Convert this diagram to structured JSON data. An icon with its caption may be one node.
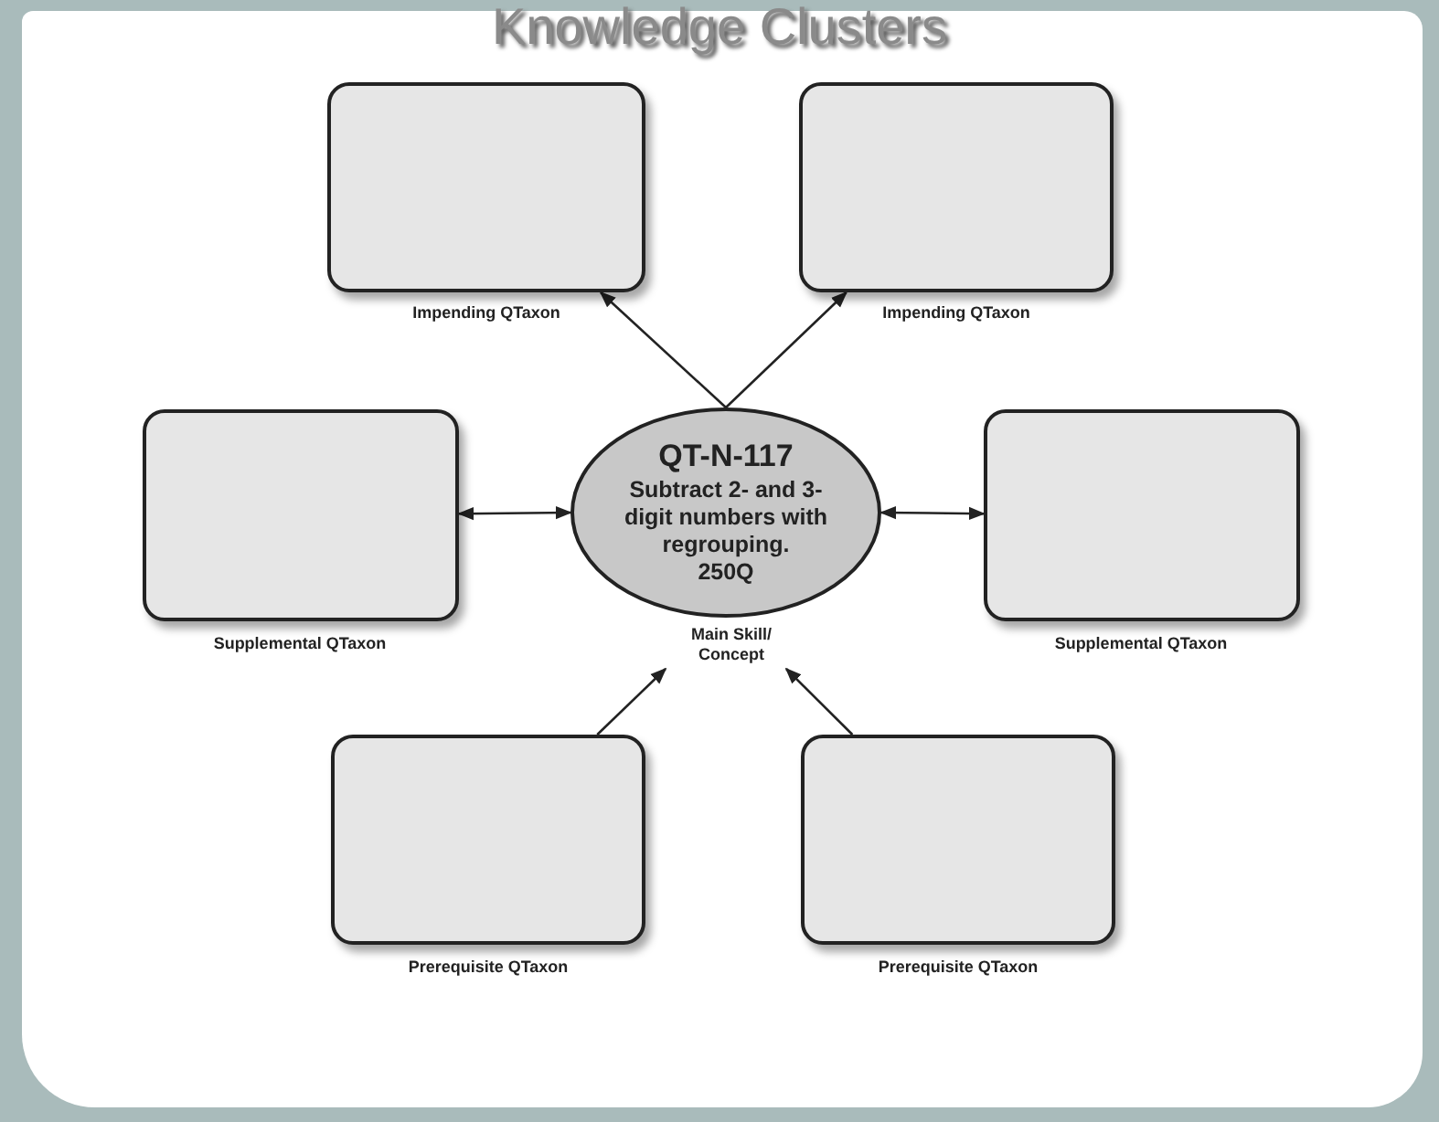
{
  "diagram": {
    "title": "Knowledge Clusters",
    "nodes": [
      {
        "text": [],
        "shape": "box",
        "beside": [
          "Impending QTaxon"
        ]
      },
      {
        "text": [],
        "shape": "box",
        "beside": [
          "Impending QTaxon"
        ]
      },
      {
        "text": [],
        "shape": "box",
        "beside": [
          "Supplemental QTaxon"
        ]
      },
      {
        "text": [
          "QT-N-117",
          "Subtract 2- and 3-digit numbers with regrouping.",
          "250Q"
        ],
        "beside": [
          "Main Skill/ Concept"
        ]
      },
      {
        "text": [],
        "shape": "box",
        "beside": [
          "Supplemental QTaxon"
        ]
      },
      {
        "text": [],
        "shape": "box",
        "beside": [
          "Prerequisite QTaxon"
        ]
      },
      {
        "text": [],
        "shape": "box",
        "beside": [
          "Prerequisite QTaxon"
        ]
      }
    ],
    "edges": [
      {
        "from": 3,
        "to": 0,
        "arrow": "to"
      },
      {
        "from": 3,
        "to": 1,
        "arrow": "to"
      },
      {
        "from": 3,
        "to": 2,
        "arrow": "both"
      },
      {
        "from": 3,
        "to": 4,
        "arrow": "both"
      },
      {
        "from": 5,
        "to": 3,
        "arrow": "to"
      },
      {
        "from": 6,
        "to": 3,
        "arrow": "to"
      }
    ]
  }
}
